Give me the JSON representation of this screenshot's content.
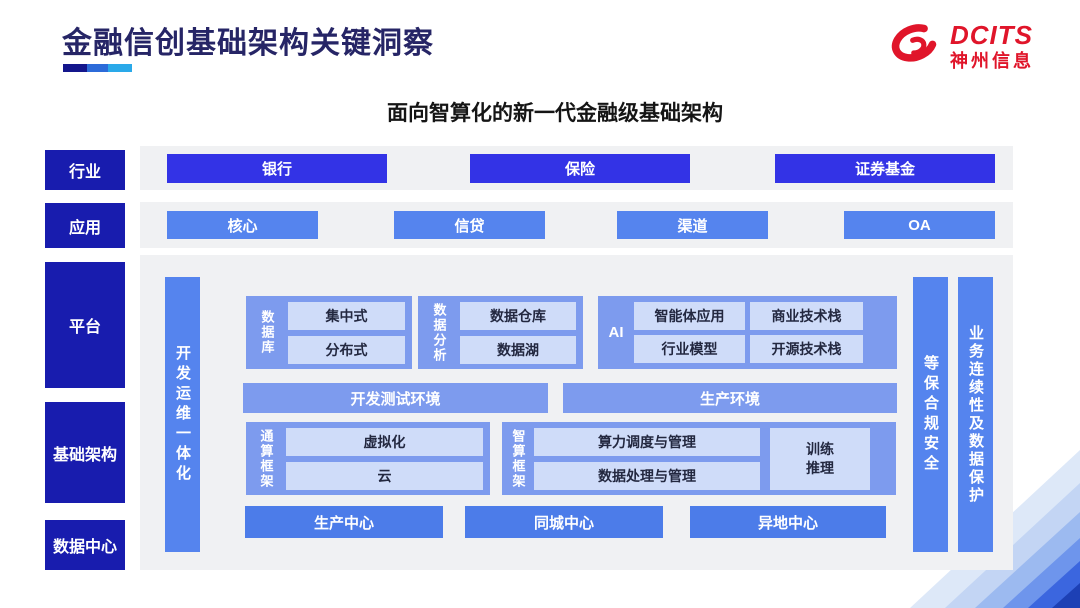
{
  "page": {
    "title": "金融信创基础架构关键洞察",
    "logo": {
      "brand": "DCITS",
      "company": "神州信息"
    }
  },
  "diagram": {
    "title": "面向智算化的新一代金融级基础架构",
    "sidebar": {
      "industry": "行业",
      "application": "应用",
      "platform": "平台",
      "infrastructure": "基础架构",
      "datacenter": "数据中心"
    },
    "industry_row": [
      "银行",
      "保险",
      "证券基金"
    ],
    "application_row": [
      "核心",
      "信贷",
      "渠道",
      "OA"
    ],
    "devops_bar": "开发运维一体化",
    "database": {
      "label": "数据库",
      "items": [
        "集中式",
        "分布式"
      ]
    },
    "analytics": {
      "label": "数据分析",
      "items": [
        "数据仓库",
        "数据湖"
      ]
    },
    "ai": {
      "label": "AI",
      "items": [
        "智能体应用",
        "商业技术栈",
        "行业模型",
        "开源技术栈"
      ]
    },
    "environments": {
      "dev": "开发测试环境",
      "prod": "生产环境"
    },
    "general_compute": {
      "label": "通算框架",
      "items": [
        "虚拟化",
        "云"
      ]
    },
    "intelligent_compute": {
      "label": "智算框架",
      "items": [
        "算力调度与管理",
        "数据处理与管理"
      ],
      "side_item": "训练\n推理"
    },
    "datacenter_row": [
      "生产中心",
      "同城中心",
      "异地中心"
    ],
    "right_bars": [
      "等保合规安全",
      "业务连续性及数据保护"
    ]
  },
  "colors": {
    "brand_red": "#e0152a",
    "deep_blue": "#181cae",
    "royal_blue": "#3333e6",
    "medium_blue": "#5584ee",
    "soft_blue": "#7d9bee",
    "light_blue": "#cfdcf9",
    "vivid_blue": "#4c7ce9",
    "panel_gray": "#f0f1f3"
  }
}
